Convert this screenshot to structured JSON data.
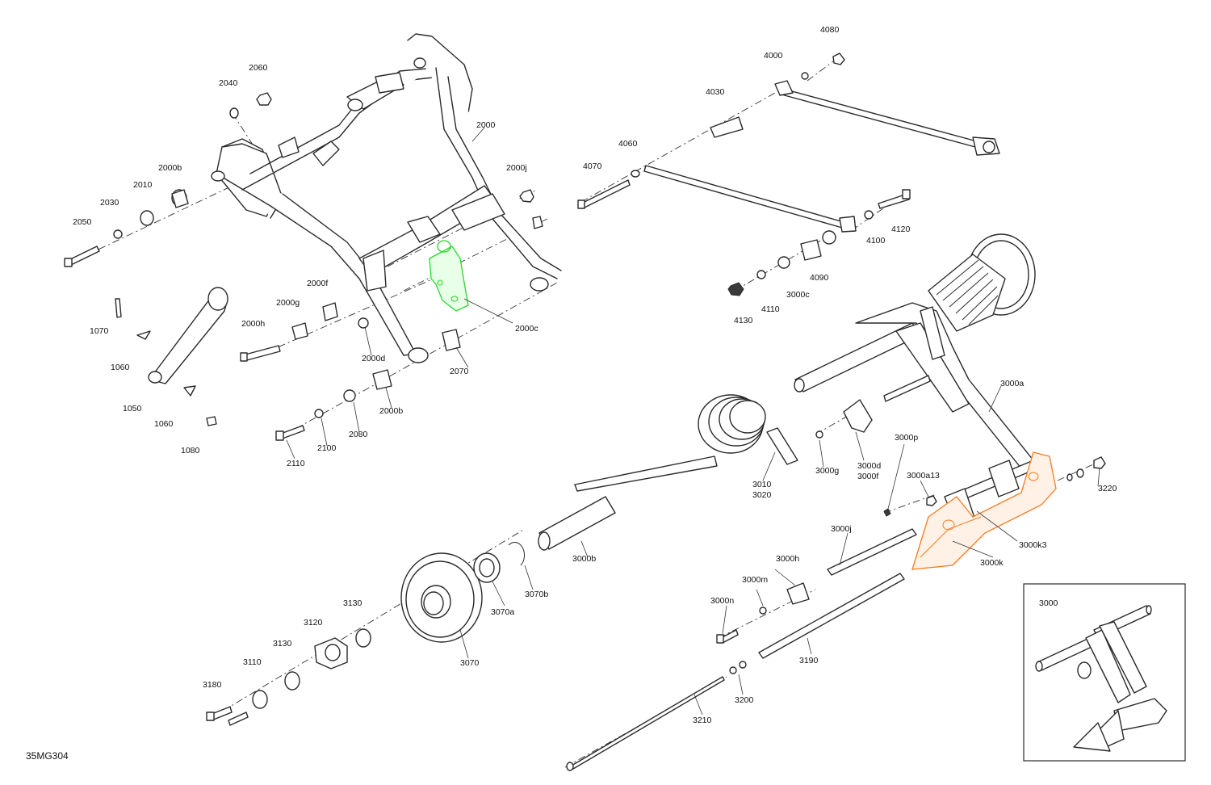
{
  "diagram_code": "35MG304",
  "colors": {
    "line": "#2a2a2a",
    "highlight_green": "#2bd62b",
    "highlight_orange": "#ff7a1a"
  },
  "labels": {
    "l2060": "2060",
    "l2040": "2040",
    "l2000": "2000",
    "l2000b_top": "2000b",
    "l2010": "2010",
    "l2030": "2030",
    "l2050": "2050",
    "l2000j": "2000j",
    "l2000f": "2000f",
    "l2000g": "2000g",
    "l2000h": "2000h",
    "l2000c": "2000c",
    "l2000d": "2000d",
    "l2070": "2070",
    "l2000b_low": "2000b",
    "l2080": "2080",
    "l2100": "2100",
    "l2110": "2110",
    "l1070": "1070",
    "l1060a": "1060",
    "l1050": "1050",
    "l1060b": "1060",
    "l1080": "1080",
    "l4080": "4080",
    "l4000": "4000",
    "l4030": "4030",
    "l4060": "4060",
    "l4070": "4070",
    "l4120": "4120",
    "l4100": "4100",
    "l4090": "4090",
    "l3000c": "3000c",
    "l4110": "4110",
    "l4130": "4130",
    "l3000a": "3000a",
    "l3000p": "3000p",
    "l3000g": "3000g",
    "l3000d": "3000d",
    "l3000f": "3000f",
    "l3010": "3010",
    "l3020": "3020",
    "l3000a13": "3000a13",
    "l3220": "3220",
    "l3000k3": "3000k3",
    "l3000k": "3000k",
    "l3000j": "3000j",
    "l3000h": "3000h",
    "l3000m": "3000m",
    "l3000n": "3000n",
    "l3000b": "3000b",
    "l3070b": "3070b",
    "l3070a": "3070a",
    "l3070": "3070",
    "l3130a": "3130",
    "l3120": "3120",
    "l3130b": "3130",
    "l3110": "3110",
    "l3180": "3180",
    "l3190": "3190",
    "l3200": "3200",
    "l3210": "3210",
    "l3000_inset": "3000"
  }
}
